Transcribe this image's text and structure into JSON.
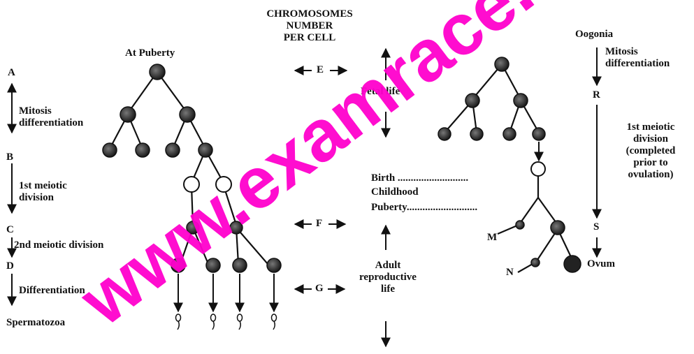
{
  "header": {
    "line1": "CHROMOSOMES",
    "line2": "NUMBER",
    "line3": "PER CELL"
  },
  "male": {
    "title": "At Puberty",
    "stage_a": "A",
    "stage_b": "B",
    "stage_c": "C",
    "stage_d": "D",
    "mitosis_line1": "Mitosis",
    "mitosis_line2": "differentiation",
    "meiosis1_line1": "1st meiotic",
    "meiosis1_line2": "division",
    "meiosis2": "2nd meiotic division",
    "differentiation": "Differentiation",
    "final": "Spermatozoa"
  },
  "middle": {
    "marker_e": "E",
    "marker_f": "F",
    "marker_g": "G",
    "fetal": "Fetal life",
    "birth": "Birth ...........................",
    "childhood": "Childhood",
    "puberty": "Puberty...........................",
    "adult_line1": "Adult",
    "adult_line2": "reproductive",
    "adult_line3": "life"
  },
  "female": {
    "title": "Oogonia",
    "mitosis_line1": "Mitosis",
    "mitosis_line2": "differentiation",
    "stage_r": "R",
    "stage_s": "S",
    "meiosis_line1": "1st meiotic",
    "meiosis_line2": "division",
    "meiosis_line3": "(completed",
    "meiosis_line4": "prior to",
    "meiosis_line5": "ovulation)",
    "label_m": "M",
    "label_n": "N",
    "ovum": "Ovum"
  },
  "watermark": {
    "text": "www.examrace.com",
    "color": "#ff00cc"
  }
}
